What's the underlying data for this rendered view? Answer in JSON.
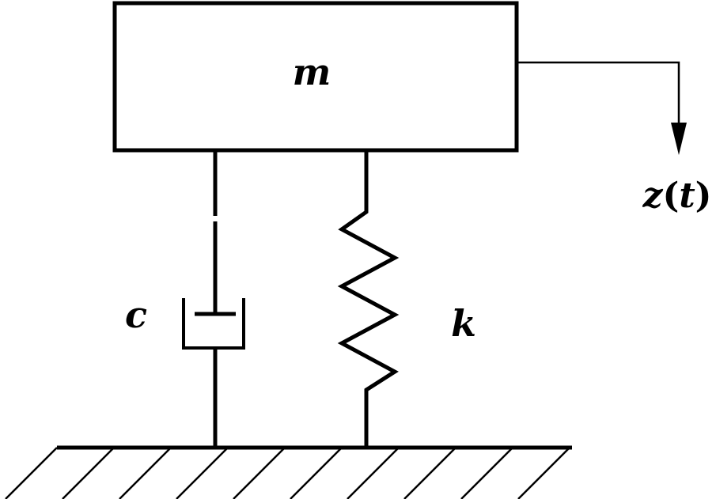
{
  "labels": {
    "mass": "m",
    "damper": "c",
    "spring": "k",
    "displacement": {
      "symbol": "z",
      "open_paren": "(",
      "variable": "t",
      "close_paren": ")"
    }
  },
  "colors": {
    "line": "#000000",
    "background": "#ffffff"
  }
}
